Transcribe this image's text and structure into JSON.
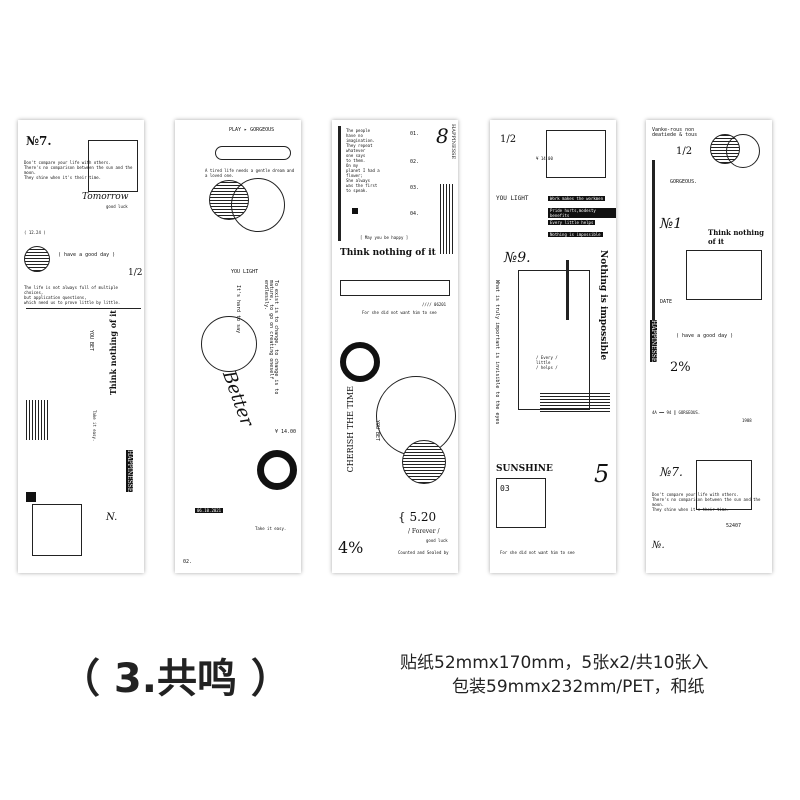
{
  "title": "（ 3.共鸣 ）",
  "specs": {
    "line1": "贴纸52mmx170mm，5张x2/共10张入",
    "line2": "包装59mmx232mm/PET，和纸"
  },
  "strips": [
    {
      "no": "№7.",
      "quote": "Don't compare your life with others.\nThere's no comparison between the sun and the moon.\nThey shine when it's their time.",
      "script": "Tomorrow",
      "good_luck": "good luck",
      "date": "( 12.24 )",
      "have_day": "( have a good day )",
      "half": "1/2",
      "think": "Think nothing of it",
      "you_bet": "YOU BET",
      "happinesse": "HAPPINESSE",
      "small": "The life is not always full of multiple choices,\nbut application questions,\nwhich need us to prove little by little.",
      "take": "Take it easy.",
      "n": "N."
    },
    {
      "play": "PLAY ▸ GORGEOUS",
      "quote": "A tired life needs a gentle dream and a loved one.",
      "you_light": "YOU LIGHT",
      "hard": "It's hard to say",
      "exist": "To exist is to change, to change is to mature, to go on creating oneself endlessly.",
      "better": "Better",
      "price": "¥ 14.00",
      "date": "06.10.2021",
      "take": "Take it easy.",
      "num": "02."
    },
    {
      "people": "The people\nhave no\nimagination.\nThey repeat\nwhatever\none says\nto them.\nOn my\nplanet I had a\nflower;\nShe always\nwas the first\nto speak.",
      "n1": "01.",
      "n2": "02.",
      "n3": "03.",
      "n4": "04.",
      "eight": "8",
      "happinesse": "HAPPINESSE",
      "may": "[ May you be happy ]",
      "think": "Think nothing of it",
      "code": "//// 06201",
      "dream": "For she did not want him to see",
      "cherish": "CHERISH THE TIME",
      "you_bet": "YOU BET",
      "date_big": "{ 5.20",
      "forever": "/ Forever /",
      "good_luck": "good luck",
      "counted": "Counted and Sealed by",
      "four": "4%"
    },
    {
      "half": "1/2",
      "price": "¥ 14.00",
      "you_light": "YOU LIGHT",
      "labels": [
        "Work makes the workmen",
        "Pride hurts,modesty benefits",
        "Every little helps",
        "Nothing is impossible"
      ],
      "n9": "№9.",
      "impossible": "Nothing is impossible",
      "truly": "What is truly important is invisible to the eyes",
      "every": "/ Every /\nlittle\n/ helps /",
      "sunshine": "SUNSHINE",
      "num": "03",
      "five": "5",
      "dream": "For she did not want him to see"
    },
    {
      "vows": "Vanke-rous non\ndeatiede & tous",
      "half": "1/2",
      "gorgeous": "GORGEOUS.",
      "n1": "№1",
      "think": "Think nothing of it",
      "date_label": "DATE",
      "happinesse": "HAPPINESSE",
      "have_day": "( have a good day )",
      "two": "2%",
      "gorgeous2": "4A  ══  94 ║ GORGEOUS.",
      "year": "1988",
      "n7": "№7.",
      "quote": "Don't compare your life with others.\nThere's no comparison between the sun and the moon.\nThey shine when it's their time.",
      "code": "52407",
      "n": "№."
    }
  ]
}
